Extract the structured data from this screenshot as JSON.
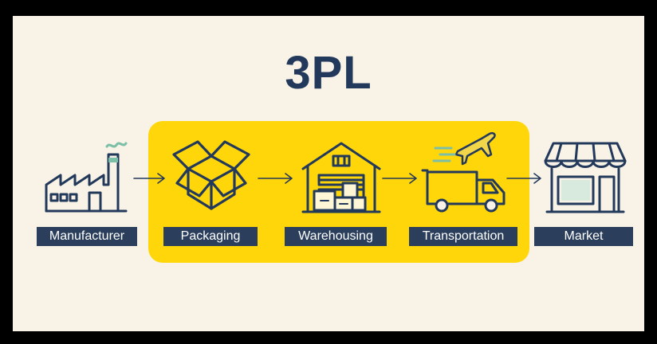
{
  "title": "3PL",
  "stages": [
    {
      "label": "Manufacturer",
      "icon": "factory-icon"
    },
    {
      "label": "Packaging",
      "icon": "open-box-icon"
    },
    {
      "label": "Warehousing",
      "icon": "warehouse-icon"
    },
    {
      "label": "Transportation",
      "icon": "truck-airplane-icon"
    },
    {
      "label": "Market",
      "icon": "storefront-icon"
    }
  ],
  "colors": {
    "background": "#f8f3e6",
    "highlight": "#ffd60a",
    "label_bg": "#2b3f5c",
    "title": "#23395b",
    "icon_stroke": "#23395b",
    "icon_accent": "#7bbfa8"
  }
}
